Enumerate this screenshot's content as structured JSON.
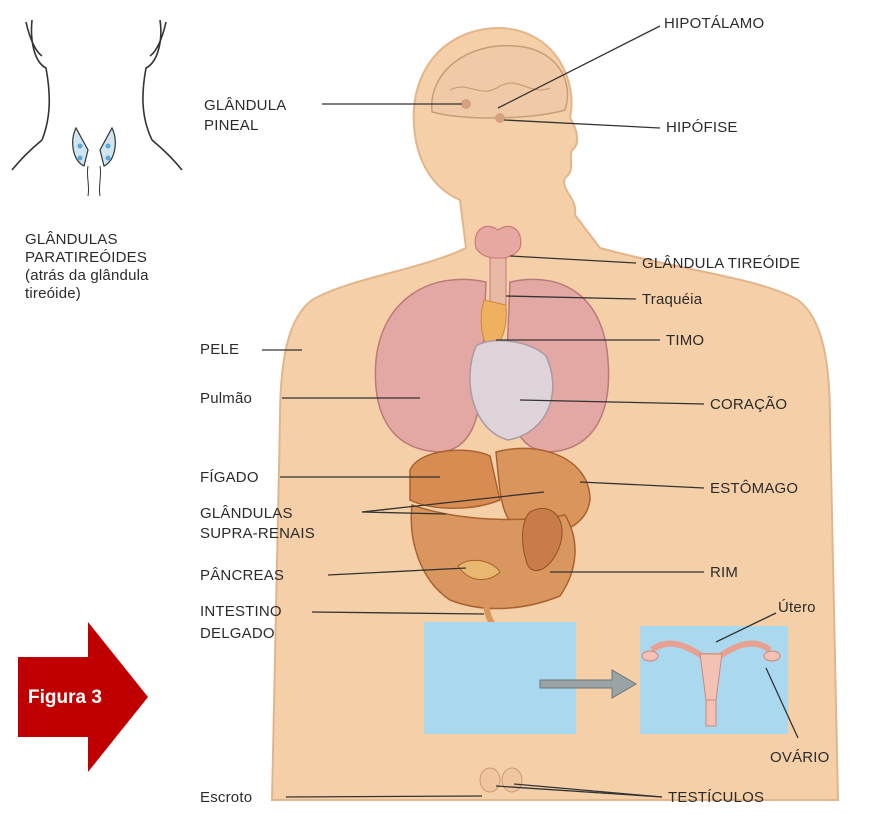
{
  "figure_badge": "Figura 3",
  "labels": {
    "hipotalamo": "HIPOTÁLAMO",
    "pineal_1": "GLÂNDULA",
    "pineal_2": "PINEAL",
    "hipofise": "HIPÓFISE",
    "paratireoides_1": "GLÂNDULAS",
    "paratireoides_2": "PARATIREÓIDES",
    "paratireoides_3": "(atrás da glândula",
    "paratireoides_4": "tireóide)",
    "tireoide": "GLÂNDULA TIREÓIDE",
    "traqueia": "Traquéia",
    "pele": "PELE",
    "timo": "TIMO",
    "pulmao": "Pulmão",
    "coracao": "CORAÇÃO",
    "figado": "FÍGADO",
    "estomago": "ESTÔMAGO",
    "suprarenais_1": "GLÂNDULAS",
    "suprarenais_2": "SUPRA-RENAIS",
    "pancreas": "PÂNCREAS",
    "rim": "RIM",
    "intestino_1": "INTESTINO",
    "intestino_2": "DELGADO",
    "utero": "Útero",
    "ovario": "OVÁRIO",
    "escroto": "Escroto",
    "testiculos": "TESTÍCULOS"
  },
  "colors": {
    "skin": "#f4cfa8",
    "skin_outline": "#e3b58a",
    "lung": "#e4a8a4",
    "heart": "#ddd3d8",
    "liver": "#d98c52",
    "thyroid": "#e6a8a0",
    "thymus": "#efb060",
    "inset_blue": "#a9d8ef",
    "badge_red": "#c00000",
    "leader_line": "#333333"
  }
}
